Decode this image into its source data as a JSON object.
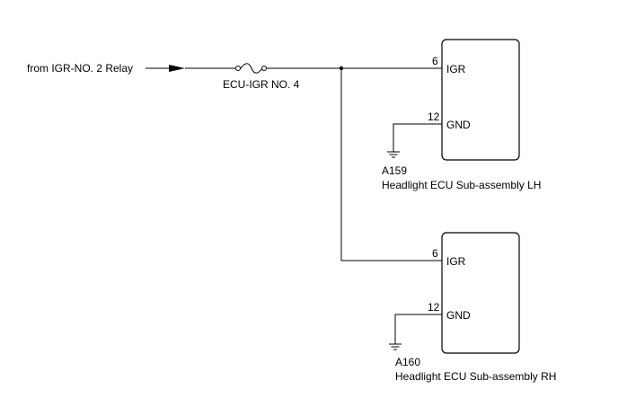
{
  "source_label": "from IGR-NO. 2 Relay",
  "fuse_label": "ECU-IGR NO. 4",
  "ecu_lh": {
    "igr_pin": "6",
    "igr_label": "IGR",
    "gnd_pin": "12",
    "gnd_label": "GND",
    "code": "A159",
    "name": "Headlight ECU Sub-assembly LH"
  },
  "ecu_rh": {
    "igr_pin": "6",
    "igr_label": "IGR",
    "gnd_pin": "12",
    "gnd_label": "GND",
    "code": "A160",
    "name": "Headlight ECU Sub-assembly RH"
  },
  "icons": {
    "arrow": "arrow-right-icon",
    "fuse": "fuse-icon",
    "junction": "junction-dot-icon",
    "ground": "ground-icon"
  }
}
